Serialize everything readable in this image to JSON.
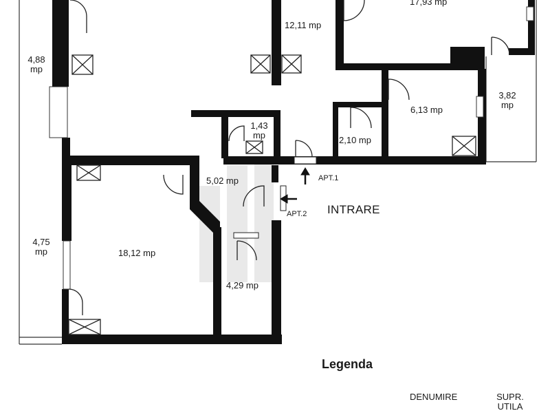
{
  "rooms": {
    "r1793": "17,93 mp",
    "r1211": "12,11 mp",
    "r488a": "4,88",
    "r488b": "mp",
    "r143a": "1,43",
    "r143b": "mp",
    "r210": "2,10 mp",
    "r613": "6,13 mp",
    "r382a": "3,82",
    "r382b": "mp",
    "r502": "5,02 mp",
    "r1812": "18,12 mp",
    "r475a": "4,75",
    "r475b": "mp",
    "r429": "4,29 mp"
  },
  "markers": {
    "apt1": "APT.1",
    "apt2": "APT.2",
    "entrance": "INTRARE"
  },
  "legend": {
    "title": "Legenda",
    "col_name": "DENUMIRE",
    "col_area_1": "SUPR.",
    "col_area_2": "UTILA"
  },
  "colors": {
    "wall": "#111111",
    "line": "#333333",
    "watermark": "#e6e6e6"
  }
}
